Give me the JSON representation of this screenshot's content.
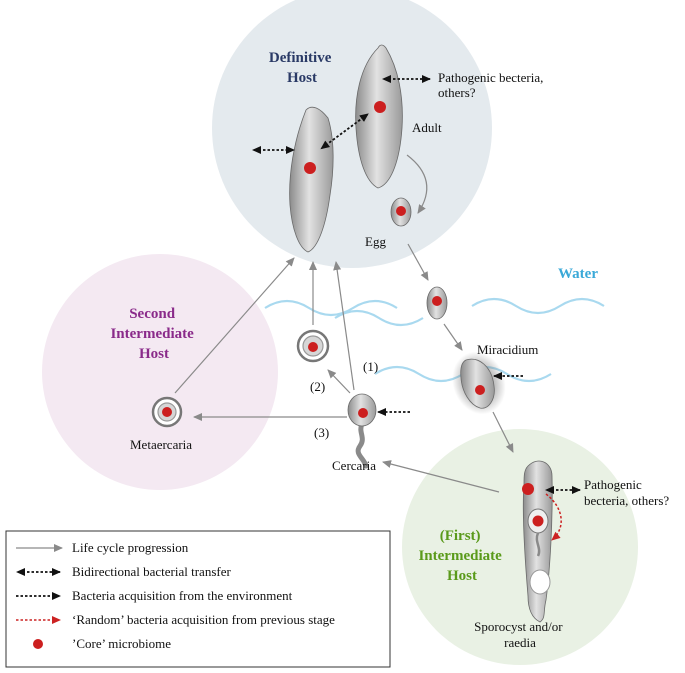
{
  "hosts": {
    "definitive": {
      "line1": "Definitive",
      "line2": "Host",
      "color": "#2a3a66"
    },
    "second": {
      "line1": "Second",
      "line2": "Intermediate",
      "line3": "Host",
      "color": "#8a2a8a"
    },
    "first": {
      "line1": "(First)",
      "line2": "Intermediate",
      "line3": "Host",
      "color": "#5a9a1a"
    }
  },
  "water_label": "Water",
  "water_color": "#3aa9d8",
  "labels": {
    "pathogenic_top_1": "Pathogenic becteria,",
    "pathogenic_top_2": "others?",
    "adult": "Adult",
    "egg": "Egg",
    "miracidium": "Miracidium",
    "metaercaria": "Metaercaria",
    "cercaria": "Cercaria",
    "route_1": "(1)",
    "route_2": "(2)",
    "route_3": "(3)",
    "pathogenic_right_1": "Pathogenic",
    "pathogenic_right_2": "becteria, others?",
    "sporocyst_1": "Sporocyst and/or",
    "sporocyst_2": "raedia"
  },
  "legend": [
    {
      "icon": "gray-arrow",
      "label": "Life cycle progression"
    },
    {
      "icon": "bidirectional-dotted-arrow",
      "label": "Bidirectional bacterial transfer"
    },
    {
      "icon": "dotted-arrow",
      "label": "Bacteria acquisition from the environment"
    },
    {
      "icon": "red-dotted-arrow",
      "label": "‘Random’ bacteria acquisition from previous stage"
    },
    {
      "icon": "red-dot",
      "label": "’Core’ microbiome"
    }
  ],
  "colors": {
    "core_dot": "#cc1f1f",
    "arrow_gray": "#8a8a8a",
    "random_red": "#cc2222"
  }
}
